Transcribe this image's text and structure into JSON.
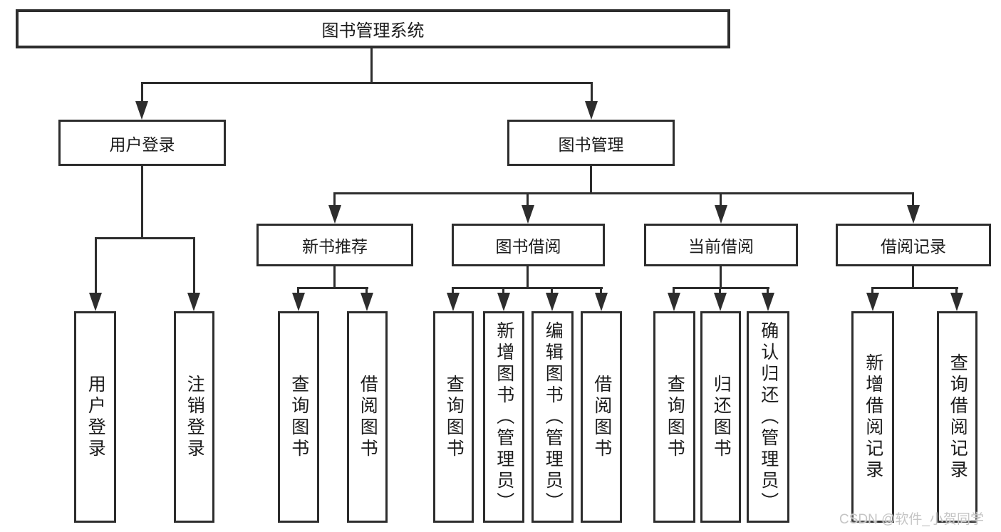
{
  "diagram": {
    "root": {
      "label": "图书管理系统"
    },
    "level1": [
      {
        "id": "user-login",
        "label": "用户登录"
      },
      {
        "id": "book-management",
        "label": "图书管理"
      }
    ],
    "level2": [
      {
        "id": "new-book-recommendation",
        "label": "新书推荐"
      },
      {
        "id": "book-borrowing",
        "label": "图书借阅"
      },
      {
        "id": "current-borrowing",
        "label": "当前借阅"
      },
      {
        "id": "borrowing-records",
        "label": "借阅记录"
      }
    ],
    "leaves": [
      {
        "id": "user-login",
        "label": "用户登录",
        "parent": "user-login"
      },
      {
        "id": "logout",
        "label": "注销登录",
        "parent": "user-login"
      },
      {
        "id": "query-books",
        "label": "查询图书",
        "parent": "new-book-recommendation"
      },
      {
        "id": "borrow-books",
        "label": "借阅图书",
        "parent": "new-book-recommendation"
      },
      {
        "id": "query-books",
        "label": "查询图书",
        "parent": "book-borrowing"
      },
      {
        "id": "add-books-admin",
        "label": "新增图书（管理员）",
        "parent": "book-borrowing"
      },
      {
        "id": "edit-books-admin",
        "label": "编辑图书（管理员）",
        "parent": "book-borrowing"
      },
      {
        "id": "borrow-books",
        "label": "借阅图书",
        "parent": "book-borrowing"
      },
      {
        "id": "query-books",
        "label": "查询图书",
        "parent": "current-borrowing"
      },
      {
        "id": "return-books",
        "label": "归还图书",
        "parent": "current-borrowing"
      },
      {
        "id": "confirm-return-admin",
        "label": "确认归还（管理员）",
        "parent": "current-borrowing"
      },
      {
        "id": "add-borrow-record",
        "label": "新增借阅记录",
        "parent": "borrowing-records"
      },
      {
        "id": "query-borrow-record",
        "label": "查询借阅记录",
        "parent": "borrowing-records"
      }
    ]
  },
  "watermark": {
    "text": "CSDN @软件_小贺同学"
  },
  "colors": {
    "line": "#2d2d2d",
    "text": "#1c1c1c",
    "background": "#ffffff",
    "watermark": "#c5c5c5"
  }
}
